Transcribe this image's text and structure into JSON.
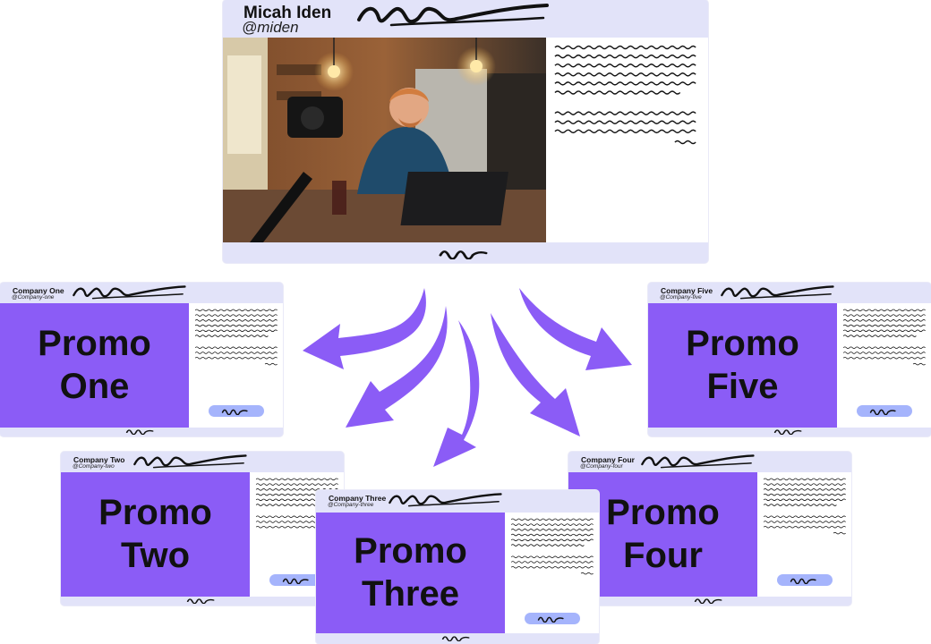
{
  "profile": {
    "name": "Micah Iden",
    "handle": "@miden"
  },
  "promos": [
    {
      "company": "Company One",
      "handle": "@Company-one",
      "line1": "Promo",
      "line2": "One"
    },
    {
      "company": "Company Two",
      "handle": "@Company-two",
      "line1": "Promo",
      "line2": "Two"
    },
    {
      "company": "Company Three",
      "handle": "@Company-three",
      "line1": "Promo",
      "line2": "Three"
    },
    {
      "company": "Company Four",
      "handle": "@Company-four",
      "line1": "Promo",
      "line2": "Four"
    },
    {
      "company": "Company Five",
      "handle": "@Company-five",
      "line1": "Promo",
      "line2": "Five"
    }
  ],
  "colors": {
    "card_bg": "#e2e3f9",
    "promo_bg": "#8b5cf6",
    "arrow": "#8b5cf6",
    "cta": "#a5b4fc"
  }
}
